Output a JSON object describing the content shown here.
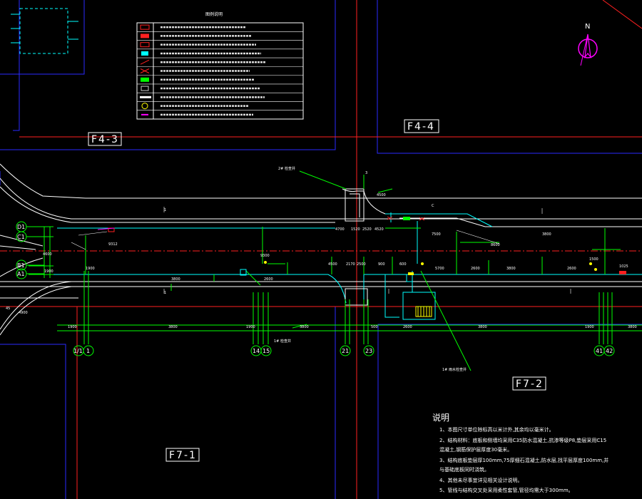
{
  "zones": [
    "F4-3",
    "F4-4",
    "F7-1",
    "F7-2"
  ],
  "north_label": "N",
  "row_axes": [
    "D1",
    "C1",
    "B1",
    "A1"
  ],
  "column_axes": [
    "1/1",
    "1",
    "14",
    "15",
    "21",
    "23",
    "41",
    "42"
  ],
  "legend": {
    "title": "图例说明",
    "rows": [
      {
        "swatch": "red-box"
      },
      {
        "swatch": "red-box-filled"
      },
      {
        "swatch": "red-box"
      },
      {
        "swatch": "cyan-box"
      },
      {
        "swatch": "red-slash"
      },
      {
        "swatch": "red-cross"
      },
      {
        "swatch": "green-bar"
      },
      {
        "swatch": "gray-box"
      },
      {
        "swatch": "white-bar"
      },
      {
        "swatch": "yellow-circle"
      },
      {
        "swatch": "magenta-dash"
      }
    ]
  },
  "notes": {
    "title": "说明",
    "items": [
      "1、本图尺寸单位除标高以米计外,其余均以毫米计。",
      "2、结构材料：底板和侧墙均采用C35防水混凝土,抗渗等级P8,垫层采用C15",
      "   混凝土,钢筋保护层厚度30毫米。",
      "3、结构底板垫层厚100mm,75厚细石混凝土,防水层,找平层厚度100mm,并",
      "   与基础底板同时浇筑。",
      "4、其他未尽事宜详见相关设计说明。",
      "5、管线与结构交叉处采用柔性套管,管径均需大于300mm。"
    ]
  },
  "colors": {
    "background": "#000000",
    "road_line": "#ffffff",
    "dimension": "#00ff00",
    "gridline": "#ff2020",
    "boundary": "#2a2aff",
    "pipe": "#00ffff",
    "north_arrow": "#ff00ff",
    "marker": "#ffff00"
  }
}
